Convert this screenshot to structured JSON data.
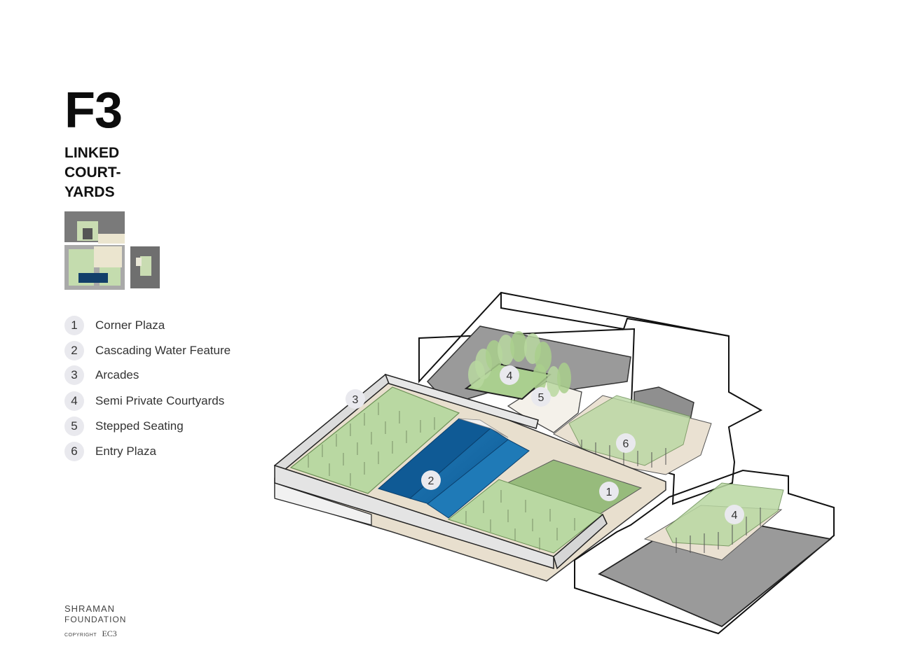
{
  "header": {
    "code": "F3",
    "title_lines": [
      "LINKED",
      "COURT-",
      "YARDS"
    ]
  },
  "legend": [
    {
      "num": "1",
      "label": "Corner Plaza"
    },
    {
      "num": "2",
      "label": "Cascading Water Feature"
    },
    {
      "num": "3",
      "label": "Arcades"
    },
    {
      "num": "4",
      "label": "Semi Private Courtyards"
    },
    {
      "num": "5",
      "label": "Stepped Seating"
    },
    {
      "num": "6",
      "label": "Entry Plaza"
    }
  ],
  "diagram_markers": {
    "m1": "1",
    "m2": "2",
    "m3": "3",
    "m4a": "4",
    "m4b": "4",
    "m5": "5",
    "m6": "6"
  },
  "footer": {
    "org_line1": "SHRAMAN",
    "org_line2": "FOUNDATION",
    "copyright": "COPYRIGHT",
    "copyright_code": "EC3"
  },
  "colors": {
    "grass_light": "#b9d8a2",
    "grass_mid": "#97bb7c",
    "water_dark": "#0f5a95",
    "water_light": "#1f7ab7",
    "paving": "#e8dfce",
    "roof_gray": "#9a9a9a",
    "inset_blue": "#123f6a"
  }
}
